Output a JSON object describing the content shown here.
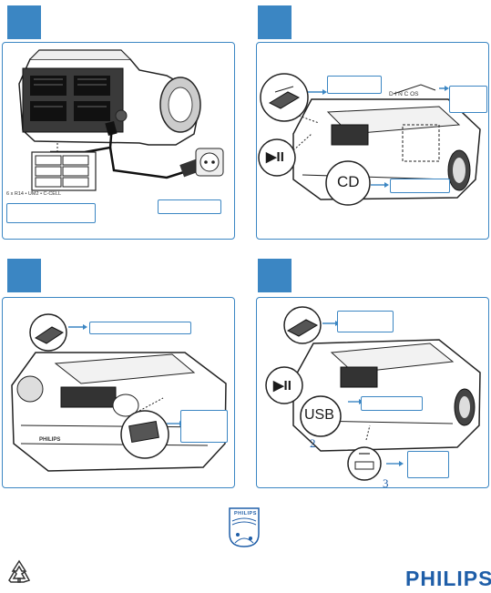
{
  "steps": [
    {
      "number": "",
      "callouts": [
        "",
        ""
      ],
      "battery_text": "6 x R14 • UM2 • C-CELL"
    },
    {
      "number": "",
      "callouts": [
        "",
        "",
        ""
      ],
      "button_labels": {
        "play_pause": "▶II",
        "source": "CD"
      },
      "panel_text": "D I N C OS"
    },
    {
      "number": "",
      "callouts": [
        "",
        ""
      ]
    },
    {
      "number": "",
      "callouts": [
        "",
        "",
        ""
      ],
      "button_labels": {
        "play_pause": "▶II",
        "source": "USB"
      },
      "markers": [
        "2",
        "3"
      ]
    }
  ],
  "device_brand": "PHILIPS",
  "footer": {
    "brand": "PHILIPS",
    "shield_text": "PHILIPS"
  },
  "colors": {
    "accent": "#3b86c3",
    "brand": "#1f5ea8"
  }
}
